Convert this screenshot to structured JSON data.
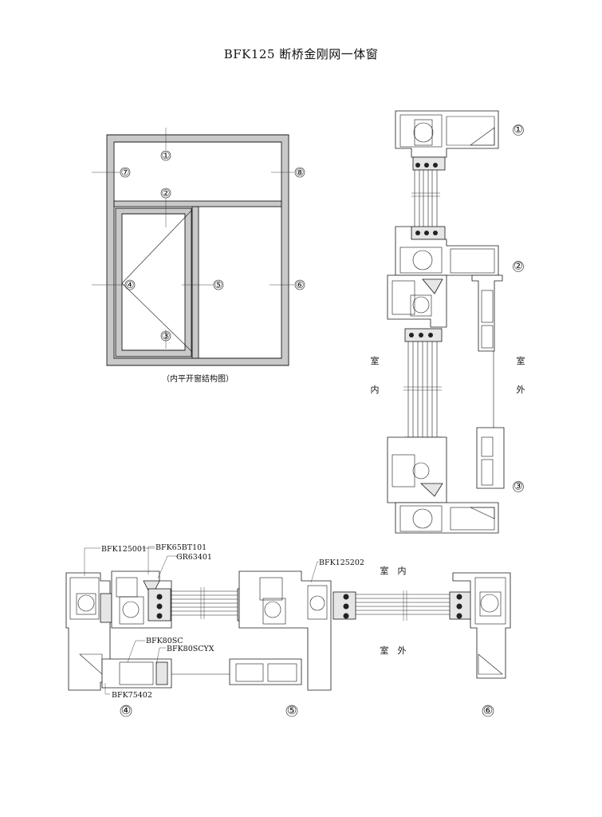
{
  "title": "BFK125 断桥金刚网一体窗",
  "elevation": {
    "caption": "（内平开窗结构图）",
    "markers": [
      "①",
      "②",
      "③",
      "④",
      "⑤",
      "⑥",
      "⑦",
      "⑧"
    ]
  },
  "vertical_section": {
    "markers": [
      "①",
      "②",
      "③"
    ],
    "indoor": [
      "室",
      "内"
    ],
    "outdoor": [
      "室",
      "外"
    ]
  },
  "horizontal_section": {
    "markers": [
      "④",
      "⑤",
      "⑥"
    ],
    "indoor": "室　内",
    "outdoor": "室　外",
    "part_labels": {
      "bfk125001": "BFK125001",
      "bfk65bt101": "BFK65BT101",
      "gr63401": "GR63401",
      "bfk125202": "BFK125202",
      "bfk80sc": "BFK80SC",
      "bfk80scyx": "BFK80SCYX",
      "bfk75402": "BFK75402"
    }
  }
}
